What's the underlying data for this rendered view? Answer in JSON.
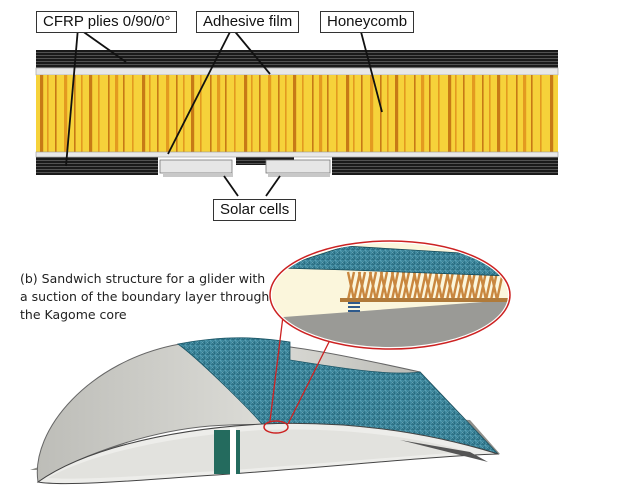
{
  "labels": {
    "cfrp": "CFRP plies 0/90/0°",
    "adhesive": "Adhesive film",
    "honeycomb": "Honeycomb",
    "solar": "Solar cells"
  },
  "caption": "(b) Sandwich structure for a glider with a suction of the boundary layer through the Kagome core",
  "colors": {
    "ply": "#1a1a1a",
    "honeycomb_light": "#f6d23a",
    "honeycomb_dark": "#c77a16",
    "wing_skin_top": "#d5d5d0",
    "wing_skin_blue": "#2e7c94",
    "kagome": "#c9873f",
    "callout": "#cc2222",
    "spar": "#246b5e"
  }
}
